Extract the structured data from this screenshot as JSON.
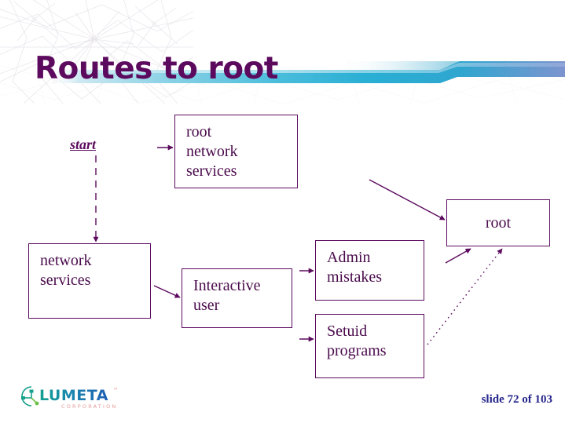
{
  "slide": {
    "title": "Routes to root",
    "title_color": "#5c0a5e",
    "background_color": "#ffffff"
  },
  "diagram": {
    "start_label": "start",
    "node_border_color": "#5c0a5e",
    "node_text_color": "#4a0b4c",
    "nodes": [
      {
        "id": "root-network-services",
        "label": "root\nnetwork\nservices"
      },
      {
        "id": "network-services",
        "label": "network\nservices"
      },
      {
        "id": "interactive-user",
        "label": "Interactive\nuser"
      },
      {
        "id": "admin-mistakes",
        "label": "Admin\nmistakes"
      },
      {
        "id": "setuid-programs",
        "label": "Setuid\nprograms"
      },
      {
        "id": "root",
        "label": "root"
      }
    ],
    "edges": [
      {
        "from": "start",
        "to": "network-services",
        "style": "dashed"
      },
      {
        "from": "network-services",
        "to": "root-network-services",
        "style": "solid"
      },
      {
        "from": "network-services",
        "to": "interactive-user",
        "style": "solid"
      },
      {
        "from": "interactive-user",
        "to": "admin-mistakes",
        "style": "solid"
      },
      {
        "from": "interactive-user",
        "to": "setuid-programs",
        "style": "solid"
      },
      {
        "from": "root-network-services",
        "to": "root",
        "style": "solid"
      },
      {
        "from": "admin-mistakes",
        "to": "root",
        "style": "solid"
      },
      {
        "from": "setuid-programs",
        "to": "root",
        "style": "dotted"
      }
    ]
  },
  "footer": {
    "logo_text": "LUMETA",
    "logo_subtext": "CORPORATION",
    "logo_trademark": "™",
    "logo_color_start": "#0f9c8e",
    "logo_color_end": "#1c64b4",
    "slide_number": "slide 72 of 103",
    "slide_number_color": "#25258c"
  },
  "decor": {
    "bar_color_light": "#b9e3ef",
    "bar_color_mid": "#35b4d4",
    "bar_color_deep": "#1f8fbe",
    "bar_color_blue": "#6b86c9"
  }
}
